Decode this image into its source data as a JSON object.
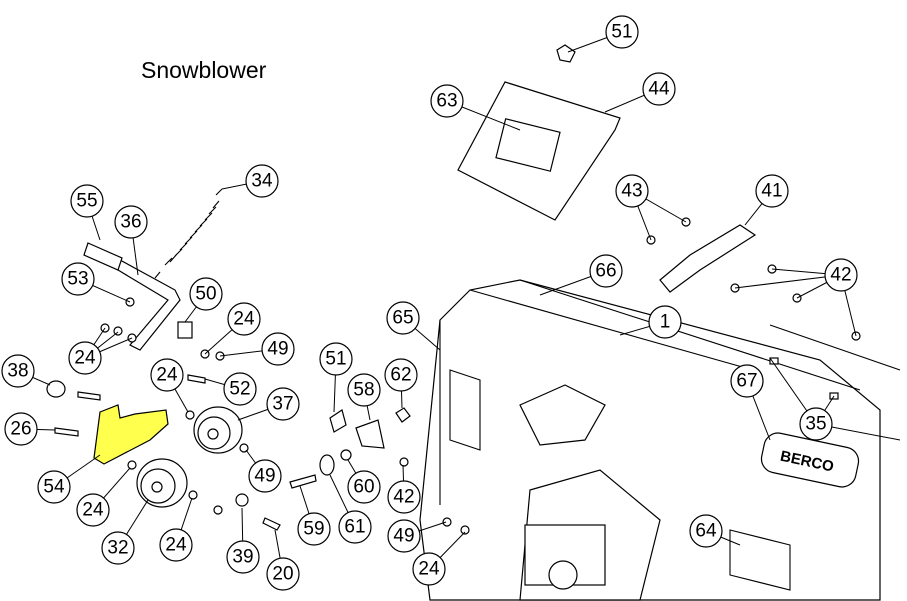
{
  "diagram": {
    "title": "Snowblower",
    "highlight_color": "#ffff4d",
    "callouts": [
      "51",
      "44",
      "63",
      "43",
      "41",
      "66",
      "42",
      "1",
      "65",
      "67",
      "35",
      "34",
      "55",
      "36",
      "53",
      "50",
      "24",
      "49",
      "51",
      "58",
      "62",
      "38",
      "26",
      "52",
      "37",
      "54",
      "24",
      "32",
      "24",
      "39",
      "20",
      "59",
      "61",
      "60",
      "42",
      "49",
      "24",
      "64",
      "24",
      "24",
      "49"
    ],
    "brand_plate": "BERCO"
  }
}
